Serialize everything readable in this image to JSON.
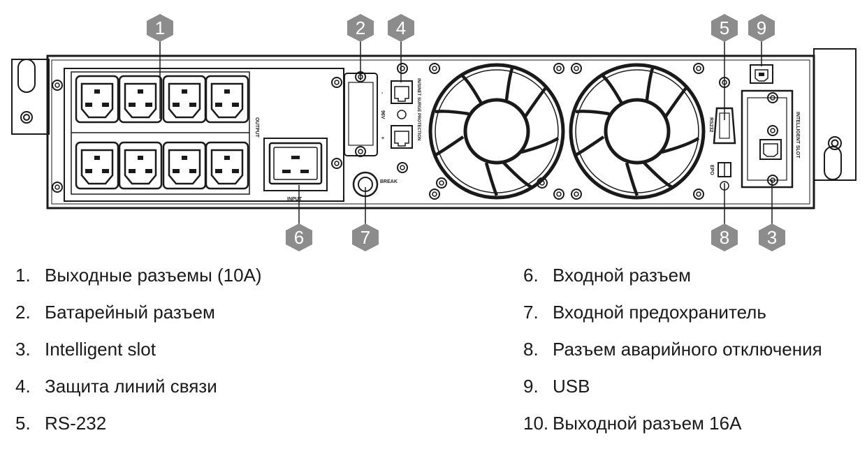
{
  "callouts": {
    "c1": "1",
    "c2": "2",
    "c3": "3",
    "c4": "4",
    "c5": "5",
    "c6": "6",
    "c7": "7",
    "c8": "8",
    "c9": "9"
  },
  "panel_labels": {
    "output": "OUTPUT",
    "input": "INPUT",
    "break": "BREAK",
    "rs232": "RS232",
    "epo": "EPO",
    "intelligent_slot": "INTELLIGENT SLOT",
    "surge": "IN/SINET SURGE PROTECTION",
    "bat_plus": "+",
    "bat_minus": "-",
    "bat_v": "96V"
  },
  "legend": {
    "left": [
      {
        "num": "1.",
        "text": "Выходные разъемы (10А)"
      },
      {
        "num": "2.",
        "text": "Батарейный разъем"
      },
      {
        "num": "3.",
        "text": "Intelligent slot"
      },
      {
        "num": "4.",
        "text": "Защита линий связи"
      },
      {
        "num": "5.",
        "text": "RS-232"
      }
    ],
    "right": [
      {
        "num": "6.",
        "text": "Входной разъем"
      },
      {
        "num": "7.",
        "text": "Входной предохранитель"
      },
      {
        "num": "8.",
        "text": "Разъем аварийного отключения"
      },
      {
        "num": "9.",
        "text": "USB"
      },
      {
        "num": "10.",
        "text": "Выходной разъем 16А"
      }
    ]
  },
  "colors": {
    "callout_fill": "#8c8c8c",
    "outline": "#1a1a1a"
  }
}
